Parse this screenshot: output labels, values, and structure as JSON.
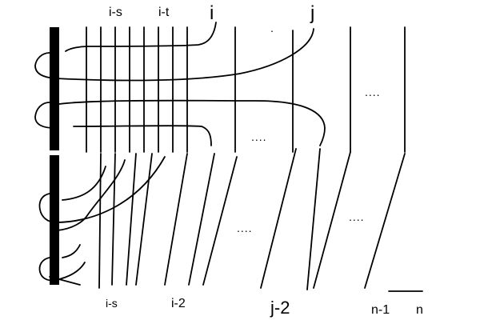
{
  "labels": {
    "top_is": "i-s",
    "top_it": "i-t",
    "top_i": "i",
    "top_j": "j",
    "bottom_is": "i-s",
    "bottom_i2": "i-2",
    "bottom_j2": "j-2",
    "bottom_n1": "n-1",
    "bottom_n": "n",
    "dots": "....",
    "dot": "."
  }
}
